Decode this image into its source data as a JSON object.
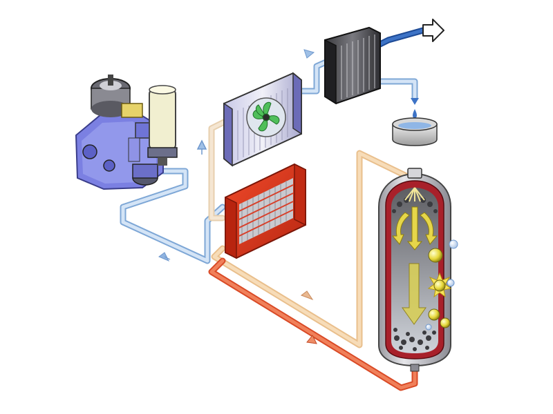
{
  "diagram": {
    "type": "compressed-air-treatment-system",
    "components": [
      {
        "id": "compressor",
        "icon": "air-compressor-icon"
      },
      {
        "id": "radiator",
        "icon": "fan-radiator-icon"
      },
      {
        "id": "aftercooler",
        "icon": "heat-exchanger-icon"
      },
      {
        "id": "water-separator",
        "icon": "condensate-drain-icon"
      },
      {
        "id": "drain-bowl",
        "icon": "drain-bowl-icon"
      },
      {
        "id": "heat-exchanger",
        "icon": "hot-heat-exchanger-icon"
      },
      {
        "id": "desiccant-dryer",
        "icon": "desiccant-vessel-icon"
      },
      {
        "id": "outlet",
        "icon": "outlet-arrow-icon"
      }
    ],
    "colors": {
      "cool_air": "#b9d3ef",
      "cool_air_edge": "#7ea7d6",
      "warm_air": "#f2cfa0",
      "hot_air": "#e8643a",
      "dry_air": "#2a5fb0",
      "heat_exchanger": "#e23b22",
      "radiator_frame": "#8f8fc9",
      "compressor": "#7a7fe0"
    }
  }
}
